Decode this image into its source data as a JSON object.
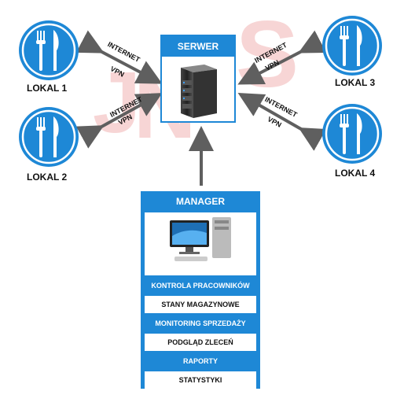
{
  "server": {
    "title": "SERWER"
  },
  "locals": [
    {
      "label": "LOKAL 1"
    },
    {
      "label": "LOKAL 2"
    },
    {
      "label": "LOKAL 3"
    },
    {
      "label": "LOKAL 4"
    }
  ],
  "connections": [
    {
      "top": "INTERNET",
      "bottom": "VPN"
    },
    {
      "top": "INTERNET",
      "bottom": "VPN"
    },
    {
      "top": "INTERNET",
      "bottom": "VPN"
    },
    {
      "top": "INTERNET",
      "bottom": "VPN"
    }
  ],
  "manager": {
    "title": "MANAGER",
    "items": [
      "KONTROLA PRACOWNIKÓW",
      "STANY MAGAZYNOWE",
      "MONITORING SPRZEDAŻY",
      "PODGLĄD ZLECEŃ",
      "RAPORTY",
      "STATYSTYKI"
    ]
  },
  "colors": {
    "accent": "#1e88d6",
    "arrow": "#5f5f5f",
    "watermark": "#e8a0a0"
  },
  "icons": [
    "fork-knife-icon",
    "server-icon",
    "computer-icon"
  ]
}
